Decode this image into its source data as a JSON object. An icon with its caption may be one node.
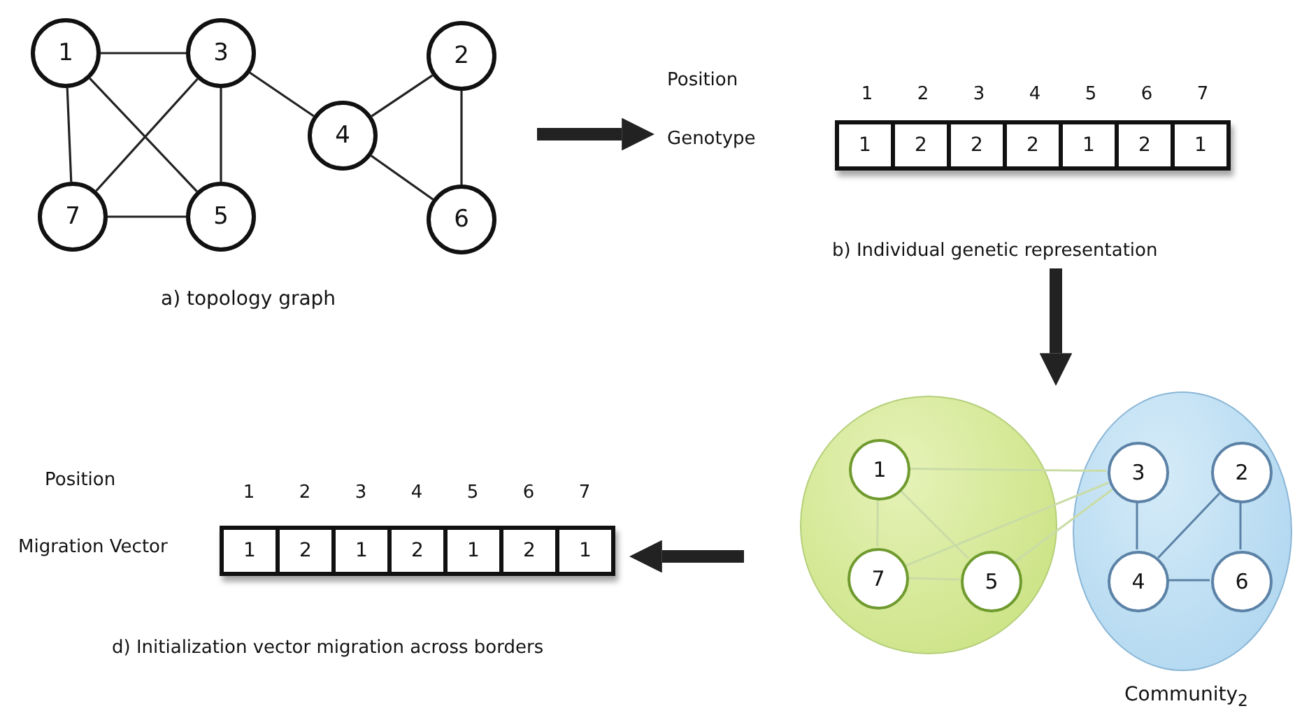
{
  "diagram": {
    "nodes": [
      {
        "text": [
          "1"
        ]
      },
      {
        "text": [
          "3"
        ]
      },
      {
        "text": [
          "2"
        ]
      },
      {
        "text": [
          "4"
        ]
      },
      {
        "text": [
          "7"
        ]
      },
      {
        "text": [
          "5"
        ]
      },
      {
        "text": [
          "6"
        ]
      },
      {
        "text": [
          "Genotype",
          "b) Individual genetic representation"
        ]
      },
      {
        "text": [
          "1"
        ],
        "in": 7
      },
      {
        "text": [
          "2"
        ],
        "in": 7
      },
      {
        "text": [
          "2"
        ],
        "in": 7
      },
      {
        "text": [
          "2"
        ],
        "in": 7
      },
      {
        "text": [
          "1"
        ],
        "in": 7
      },
      {
        "text": [
          "2"
        ],
        "in": 7
      },
      {
        "text": [
          "1"
        ],
        "in": 7
      },
      {
        "text": [],
        "shape": "circle"
      },
      {
        "text": [
          "1"
        ],
        "in": 15
      },
      {
        "text": [
          "7"
        ],
        "in": 15
      },
      {
        "text": [
          "5"
        ],
        "in": 15
      },
      {
        "text": [],
        "shape": "circle",
        "beside": [
          "Community$_{2}$"
        ]
      },
      {
        "text": [
          "3"
        ],
        "in": 19
      },
      {
        "text": [
          "2"
        ],
        "in": 19
      },
      {
        "text": [
          "4"
        ],
        "in": 19
      },
      {
        "text": [
          "6"
        ],
        "in": 19
      },
      {
        "text": [
          "Migration Vector",
          "d) Initialization vector migration across borders"
        ]
      },
      {
        "text": [
          "1"
        ],
        "in": 24
      },
      {
        "text": [
          "2"
        ],
        "in": 24
      },
      {
        "text": [
          "1"
        ],
        "in": 24
      },
      {
        "text": [
          "2"
        ],
        "in": 24
      },
      {
        "text": [
          "1"
        ],
        "in": 24
      },
      {
        "text": [
          "2"
        ],
        "in": 24
      },
      {
        "text": [
          "1"
        ],
        "in": 24
      }
    ],
    "edges": [
      {
        "from": 0,
        "to": 1,
        "arrow": "none"
      },
      {
        "from": 0,
        "to": 4,
        "arrow": "none"
      },
      {
        "from": 0,
        "to": 5,
        "arrow": "none"
      },
      {
        "from": 1,
        "to": 4,
        "arrow": "none"
      },
      {
        "from": 1,
        "to": 5,
        "arrow": "none"
      },
      {
        "from": 1,
        "to": 3,
        "arrow": "none"
      },
      {
        "from": 4,
        "to": 5,
        "arrow": "none"
      },
      {
        "from": 3,
        "to": 2,
        "arrow": "none"
      },
      {
        "from": 3,
        "to": 6,
        "arrow": "none"
      },
      {
        "from": 2,
        "to": 6,
        "arrow": "none"
      },
      {
        "from": null,
        "to": 7,
        "arrow": "to",
        "style": "thick"
      },
      {
        "from": 7,
        "to": 19,
        "arrow": "to",
        "style": "thick"
      },
      {
        "from": null,
        "to": 24,
        "arrow": "to",
        "style": "thick"
      },
      {
        "from": 16,
        "to": 20,
        "arrow": "none",
        "color": "#c9dca6"
      },
      {
        "from": 16,
        "to": 17,
        "arrow": "none",
        "color": "#c9dca6"
      },
      {
        "from": 16,
        "to": 18,
        "arrow": "none",
        "color": "#c9dca6"
      },
      {
        "from": 17,
        "to": 20,
        "arrow": "none",
        "color": "#c9dca6"
      },
      {
        "from": 18,
        "to": 20,
        "arrow": "none",
        "color": "#c9dca6"
      },
      {
        "from": 17,
        "to": 18,
        "arrow": "none",
        "color": "#c9dca6"
      },
      {
        "from": 20,
        "to": 22,
        "arrow": "none",
        "color": "#5b82a6"
      },
      {
        "from": 21,
        "to": 22,
        "arrow": "none",
        "color": "#5b82a6"
      },
      {
        "from": 21,
        "to": 23,
        "arrow": "none",
        "color": "#5b82a6"
      },
      {
        "from": 22,
        "to": 23,
        "arrow": "none",
        "color": "#5b82a6"
      }
    ],
    "labels": [
      "Position",
      "1",
      "2",
      "3",
      "4",
      "5",
      "6",
      "7",
      "a) topology graph",
      "Position",
      "1",
      "2",
      "3",
      "4",
      "5",
      "6",
      "7"
    ]
  }
}
